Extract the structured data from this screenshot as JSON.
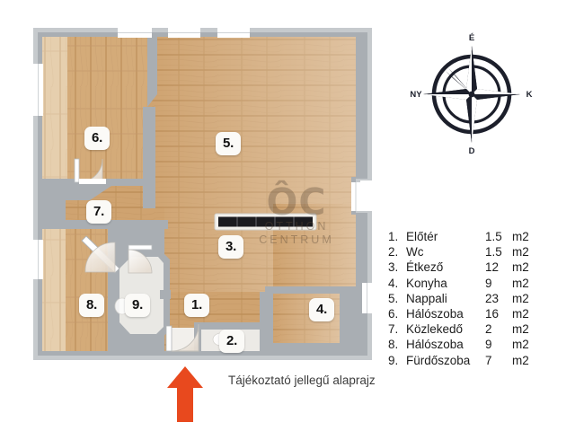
{
  "plan": {
    "caption": "Tájékoztató jellegű alaprajz",
    "entry_arrow_color": "#e8491e",
    "wall_color": "#a9aeb3",
    "wall_inner_color": "#c6cacd",
    "floor_wood_color": "#c59a6b",
    "floor_tile_color": "#ebeae6",
    "background_color": "#ffffff",
    "rooms": [
      {
        "number": "1.",
        "name": "Előtér",
        "area": "1.5",
        "unit": "m2",
        "floor": "wood"
      },
      {
        "number": "2.",
        "name": "Wc",
        "area": "1.5",
        "unit": "m2",
        "floor": "tile"
      },
      {
        "number": "3.",
        "name": "Étkező",
        "area": "12",
        "unit": "m2",
        "floor": "wood"
      },
      {
        "number": "4.",
        "name": "Konyha",
        "area": "9",
        "unit": "m2",
        "floor": "wood"
      },
      {
        "number": "5.",
        "name": "Nappali",
        "area": "23",
        "unit": "m2",
        "floor": "wood"
      },
      {
        "number": "6.",
        "name": "Hálószoba",
        "area": "16",
        "unit": "m2",
        "floor": "wood"
      },
      {
        "number": "7.",
        "name": "Közlekedő",
        "area": "2",
        "unit": "m2",
        "floor": "wood"
      },
      {
        "number": "8.",
        "name": "Hálószoba",
        "area": "9",
        "unit": "m2",
        "floor": "wood"
      },
      {
        "number": "9.",
        "name": "Fürdőszoba",
        "area": "7",
        "unit": "m2",
        "floor": "tile"
      }
    ]
  },
  "watermark": {
    "mark": "ÔC",
    "line1": "OTTHON",
    "line2": "CENTRUM"
  },
  "compass": {
    "north": "É",
    "east": "K",
    "south": "D",
    "west": "NY"
  }
}
